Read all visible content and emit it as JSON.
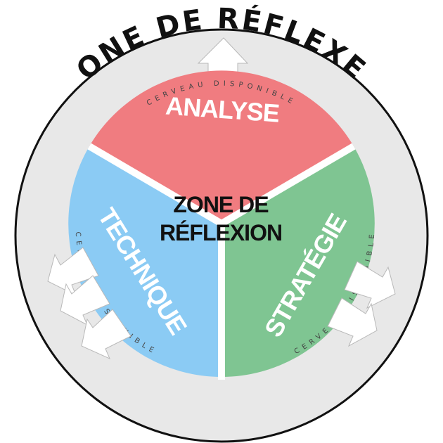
{
  "title": "ZONE DE RÉFLEXES",
  "center": {
    "line1": "ZONE DE",
    "line2": "RÉFLEXION"
  },
  "sectors": [
    {
      "label": "ANALYSE",
      "color": "#f07c80"
    },
    {
      "label": "TECHNIQUE",
      "color": "#8bcbf4"
    },
    {
      "label": "STRATÉGIE",
      "color": "#7fc592"
    }
  ],
  "ring_text": {
    "top": "CERVEAU DISPONIBLE",
    "left": "CERVEAU DISPONIBLE",
    "right": "CERVEAU DISPONIBLE"
  },
  "colors": {
    "outer_circle": "#e8e8e8",
    "outline": "#111111",
    "divider": "#ffffff"
  }
}
